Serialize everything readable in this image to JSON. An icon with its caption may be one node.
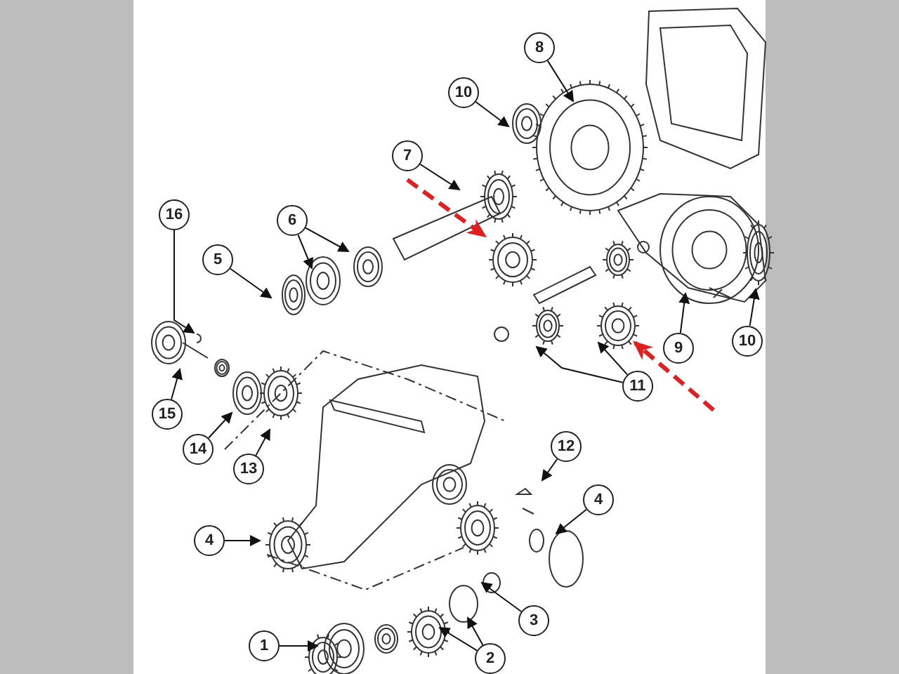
{
  "diagram": {
    "nodes": [
      {
        "text": [
          "8"
        ]
      },
      {
        "text": [
          "10"
        ]
      },
      {
        "text": [
          "7"
        ]
      },
      {
        "text": [
          "16"
        ]
      },
      {
        "text": [
          "6"
        ]
      },
      {
        "text": [
          "5"
        ]
      },
      {
        "text": [
          "9"
        ]
      },
      {
        "text": [
          "10"
        ]
      },
      {
        "text": [
          "11"
        ]
      },
      {
        "text": [
          "15"
        ]
      },
      {
        "text": [
          "14"
        ]
      },
      {
        "text": [
          "13"
        ]
      },
      {
        "text": [
          "12"
        ]
      },
      {
        "text": [
          "4"
        ]
      },
      {
        "text": [
          "4"
        ]
      },
      {
        "text": [
          "3"
        ]
      },
      {
        "text": [
          "1"
        ]
      },
      {
        "text": [
          "2"
        ]
      }
    ],
    "edges": [
      {
        "from": 0,
        "to": null,
        "arrow": "to"
      },
      {
        "from": 1,
        "to": null,
        "arrow": "to"
      },
      {
        "from": 2,
        "to": null,
        "arrow": "to"
      },
      {
        "from": 3,
        "to": null,
        "arrow": "to"
      },
      {
        "from": 4,
        "to": null,
        "arrow": "to"
      },
      {
        "from": 4,
        "to": null,
        "arrow": "to"
      },
      {
        "from": 5,
        "to": null,
        "arrow": "to"
      },
      {
        "from": 6,
        "to": null,
        "arrow": "to"
      },
      {
        "from": 7,
        "to": null,
        "arrow": "to"
      },
      {
        "from": 8,
        "to": null,
        "arrow": "to"
      },
      {
        "from": 8,
        "to": null,
        "arrow": "to"
      },
      {
        "from": 9,
        "to": null,
        "arrow": "to"
      },
      {
        "from": 10,
        "to": null,
        "arrow": "to"
      },
      {
        "from": 11,
        "to": null,
        "arrow": "to"
      },
      {
        "from": 12,
        "to": null,
        "arrow": "to"
      },
      {
        "from": 13,
        "to": null,
        "arrow": "to"
      },
      {
        "from": 14,
        "to": null,
        "arrow": "to"
      },
      {
        "from": 15,
        "to": null,
        "arrow": "to"
      },
      {
        "from": 16,
        "to": null,
        "arrow": "to"
      },
      {
        "from": 17,
        "to": null,
        "arrow": "to"
      },
      {
        "from": 17,
        "to": null,
        "arrow": "to"
      }
    ]
  }
}
